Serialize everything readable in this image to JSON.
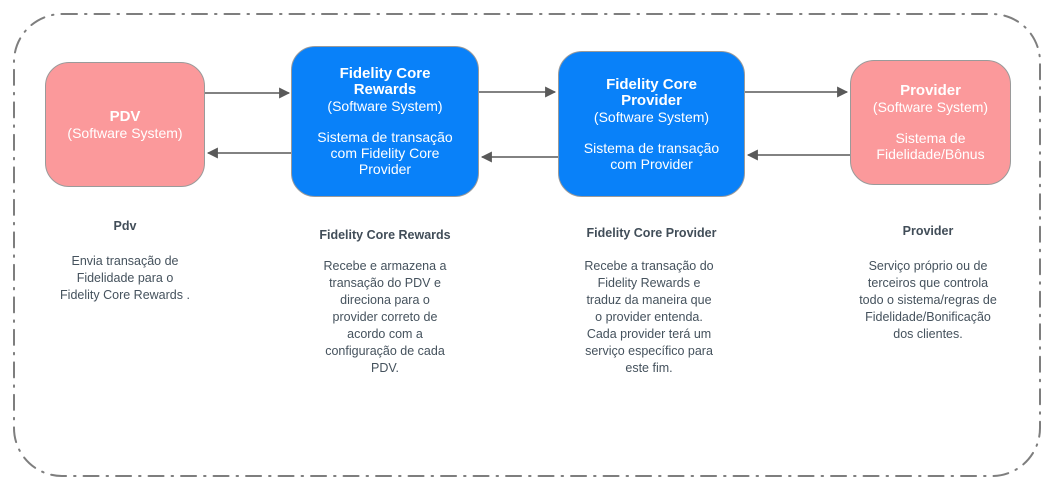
{
  "colors": {
    "external_box": "#FB999B",
    "internal_box": "#0981F9",
    "box_text": "#FFFFFF",
    "arrow": "#595959",
    "boundary_border": "#7E7E7E",
    "label_text": "#414D58",
    "description_text": "#45525D"
  },
  "systems": [
    {
      "name": "PDV",
      "type": "(Software System)",
      "subtitle": "",
      "label": "Pdv",
      "description": "Envia transação de\nFidelidade para o\nFidelity Core Rewards ."
    },
    {
      "name": "Fidelity Core\nRewards",
      "type": "(Software System)",
      "subtitle": "Sistema de transação\ncom Fidelity Core\nProvider",
      "label": "Fidelity Core Rewards",
      "description": "Recebe e armazena a\ntransação do PDV e\ndireciona para o\nprovider correto de\nacordo com a\nconfiguração de cada\nPDV."
    },
    {
      "name": "Fidelity Core\nProvider",
      "type": "(Software System)",
      "subtitle": "Sistema de transação\ncom Provider",
      "label": "Fidelity Core Provider",
      "description": "Recebe a transação do\nFidelity Rewards e\ntraduz da maneira que\no provider entenda.\nCada provider terá um\nserviço específico para\neste fim."
    },
    {
      "name": "Provider",
      "type": "(Software System)",
      "subtitle": "Sistema de\nFidelidade/Bônus",
      "label": "Provider",
      "description": "Serviço próprio ou de\nterceiros que controla\ntodo o sistema/regras de\nFidelidade/Bonificação\ndos clientes."
    }
  ],
  "relationships": [
    {
      "from": "PDV",
      "to": "Fidelity Core Rewards",
      "direction": "right"
    },
    {
      "from": "Fidelity Core Rewards",
      "to": "PDV",
      "direction": "left"
    },
    {
      "from": "Fidelity Core Rewards",
      "to": "Fidelity Core Provider",
      "direction": "right"
    },
    {
      "from": "Fidelity Core Provider",
      "to": "Fidelity Core Rewards",
      "direction": "left"
    },
    {
      "from": "Fidelity Core Provider",
      "to": "Provider",
      "direction": "right"
    },
    {
      "from": "Provider",
      "to": "Fidelity Core Provider",
      "direction": "left"
    }
  ]
}
